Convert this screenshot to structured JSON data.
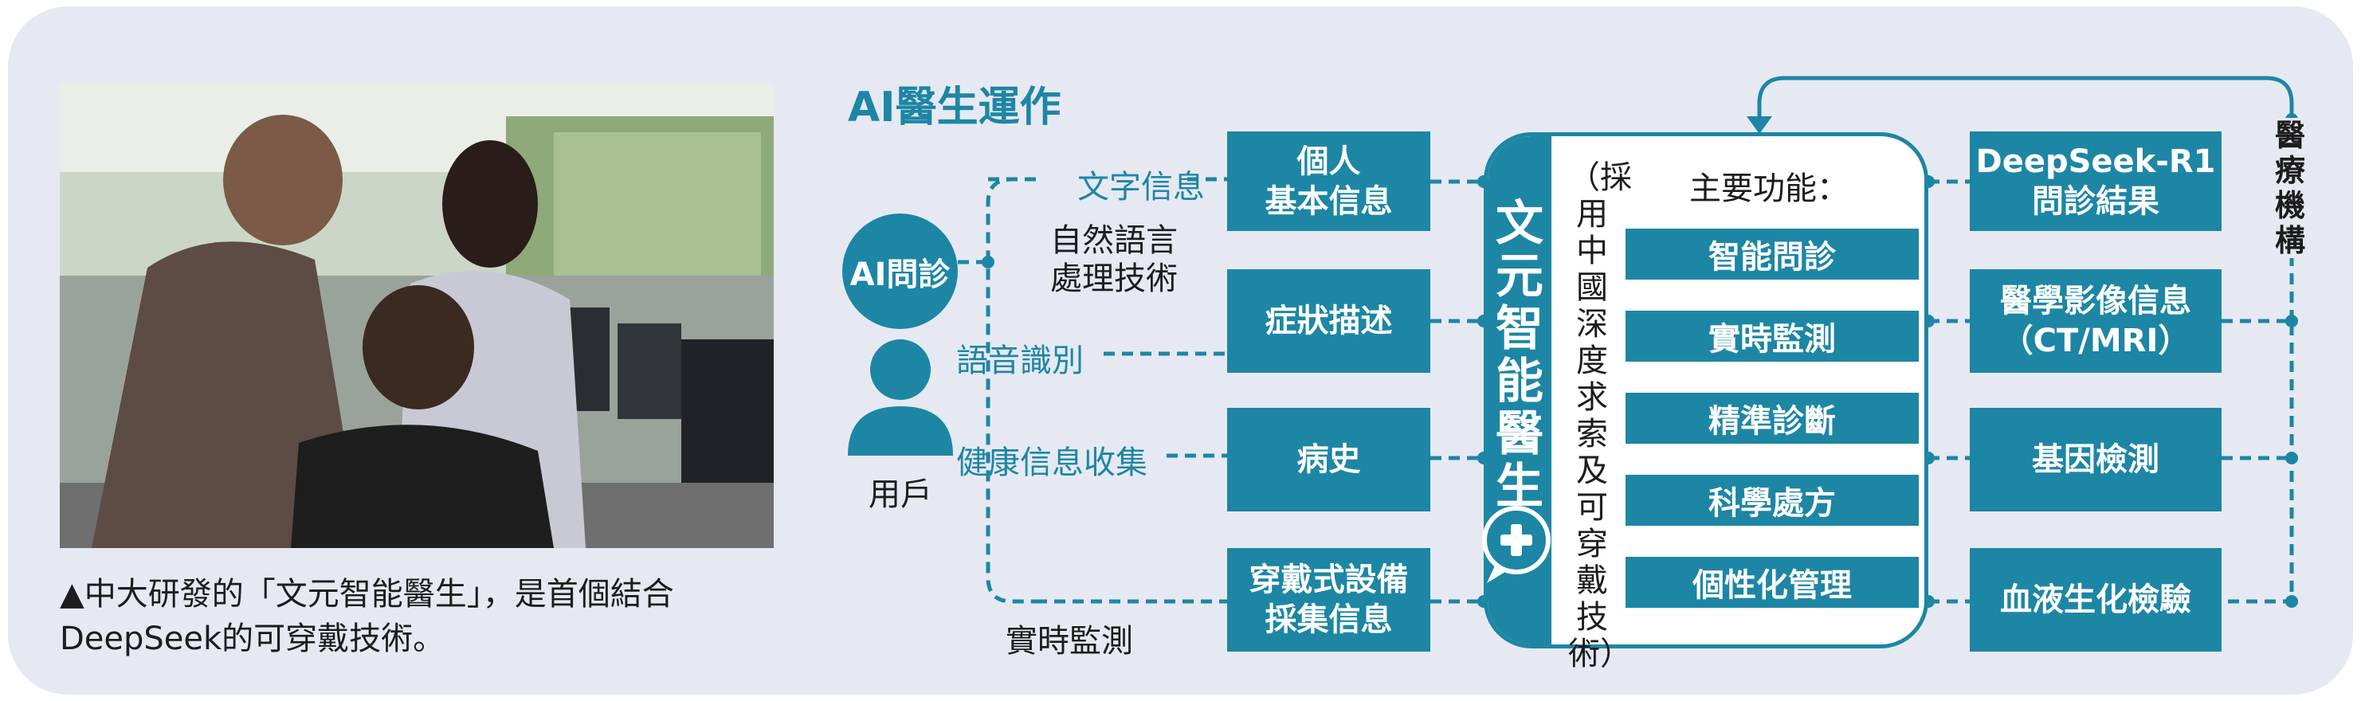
{
  "title": "AI醫生運作",
  "caption": "▲中大研發的「文元智能醫生」，是首個結合DeepSeek的可穿戴技術。",
  "ai_consult": "AI問診",
  "user_label": "用戶",
  "input_labels": {
    "text_info": "文字信息",
    "nlp": "自然語言\n處理技術",
    "voice": "語音識別",
    "health_collect": "健康信息收集",
    "realtime": "實時監測"
  },
  "input_boxes": {
    "personal_info": "個人\n基本信息",
    "symptom": "症狀描述",
    "history": "病史",
    "wearable": "穿戴式設備\n採集信息"
  },
  "center": {
    "name": "文元智能醫生",
    "note": "（採用中國深度求索及可穿戴技術）",
    "functions_title": "主要功能：",
    "functions": [
      "智能問診",
      "實時監測",
      "精準診斷",
      "科學處方",
      "個性化管理"
    ]
  },
  "output_boxes": {
    "deepseek": "DeepSeek-R1\n問診結果",
    "imaging": "醫學影像信息\n（CT/MRI）",
    "gene": "基因檢測",
    "blood": "血液生化檢驗"
  },
  "institution_label": "醫療機構",
  "colors": {
    "accent": "#1d86a5",
    "panel": "#e6e9f2"
  }
}
